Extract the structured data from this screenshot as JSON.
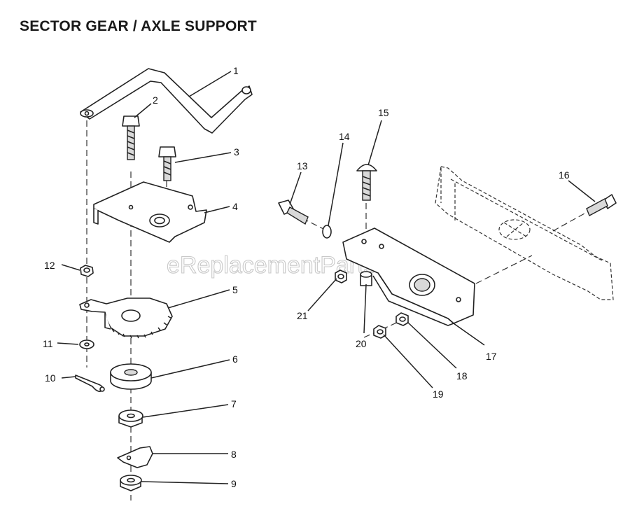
{
  "title": "SECTOR GEAR / AXLE SUPPORT",
  "watermark": "eReplacementParts.com",
  "colors": {
    "line": "#222222",
    "background": "#ffffff"
  },
  "callouts": {
    "c1": "1",
    "c2": "2",
    "c3": "3",
    "c4": "4",
    "c5": "5",
    "c6": "6",
    "c7": "7",
    "c8": "8",
    "c9": "9",
    "c10": "10",
    "c11": "11",
    "c12": "12",
    "c13": "13",
    "c14": "14",
    "c15": "15",
    "c16": "16",
    "c17": "17",
    "c18": "18",
    "c19": "19",
    "c20": "20",
    "c21": "21"
  }
}
